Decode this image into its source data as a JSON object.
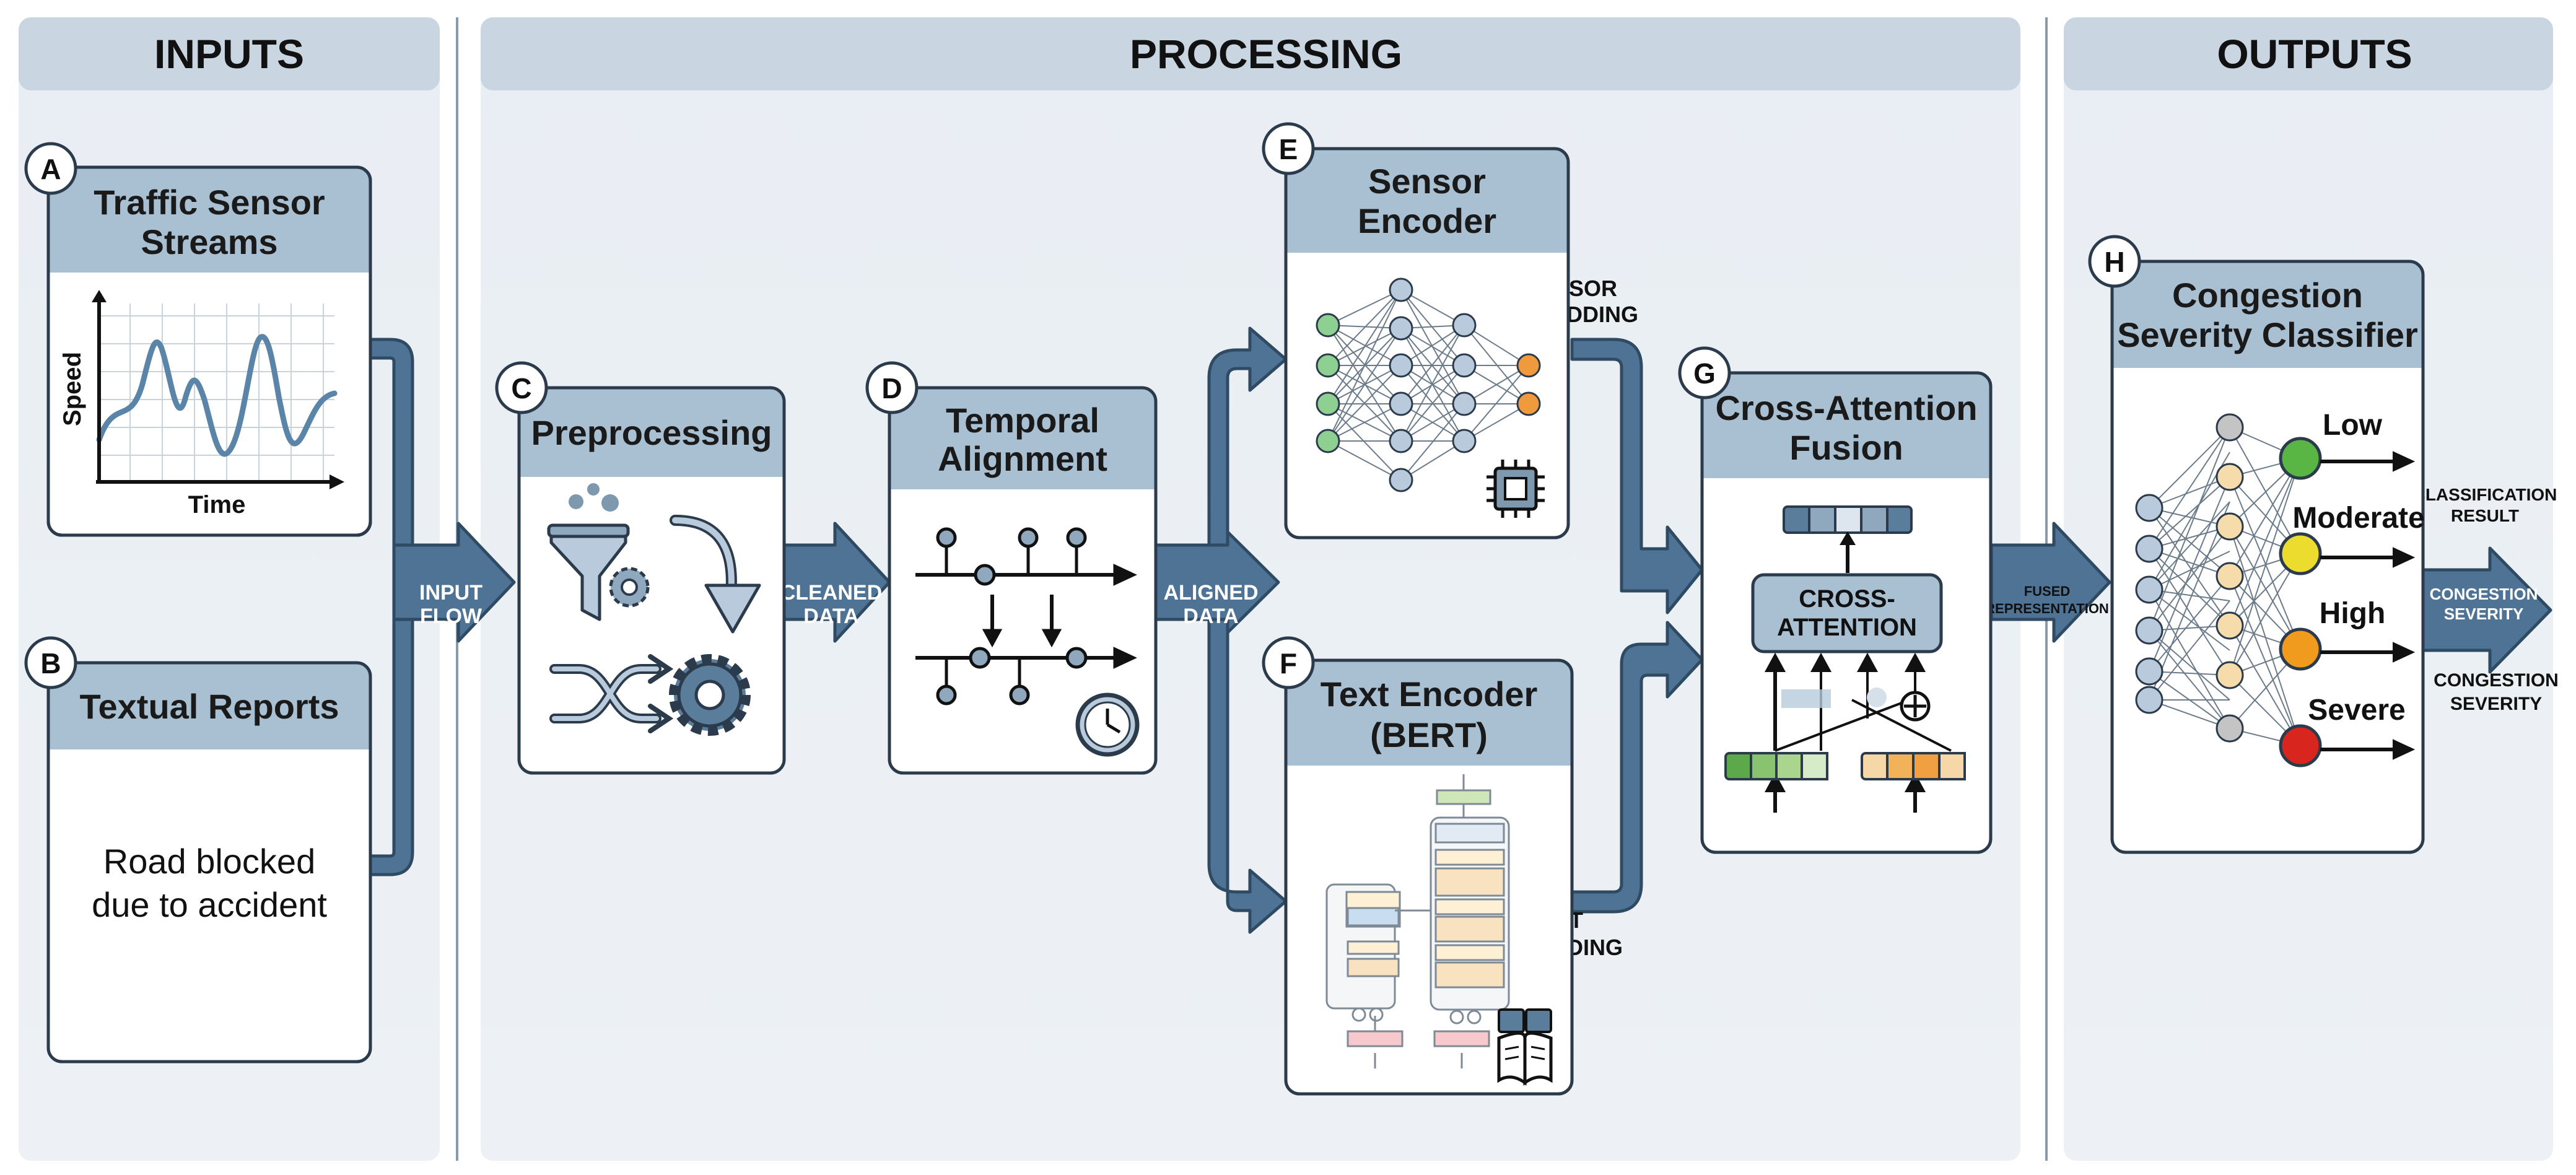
{
  "sections": {
    "inputs": "INPUTS",
    "processing": "PROCESSING",
    "outputs": "OUTPUTS"
  },
  "blocks": {
    "a": {
      "letter": "A",
      "title_line1": "Traffic Sensor",
      "title_line2": "Streams",
      "y_axis": "Speed",
      "x_axis": "Time"
    },
    "b": {
      "letter": "B",
      "title": "Textual Reports",
      "body_line1": "Road blocked",
      "body_line2": "due to accident"
    },
    "c": {
      "letter": "C",
      "title": "Preprocessing"
    },
    "d": {
      "letter": "D",
      "title_line1": "Temporal",
      "title_line2": "Alignment"
    },
    "e": {
      "letter": "E",
      "title_line1": "Sensor",
      "title_line2": "Encoder"
    },
    "f": {
      "letter": "F",
      "title_line1": "Text Encoder",
      "title_line2": "(BERT)"
    },
    "g": {
      "letter": "G",
      "title_line1": "Cross-Attention",
      "title_line2": "Fusion",
      "inner_line1": "CROSS-",
      "inner_line2": "ATTENTION"
    },
    "h": {
      "letter": "H",
      "title_line1": "Congestion",
      "title_line2": "Severity Classifier",
      "classes": [
        "Low",
        "Moderate",
        "High",
        "Severe"
      ]
    }
  },
  "flows": {
    "input_flow": [
      "INPUT",
      "FLOW"
    ],
    "cleaned_data": [
      "CLEANED",
      "DATA"
    ],
    "aligned_data": [
      "ALIGNED",
      "DATA"
    ],
    "sensor_embedding": [
      "SENSOR",
      "EMBEDDING"
    ],
    "text_embedding": [
      "TEXT",
      "EMBEDDING"
    ],
    "fused_representation": [
      "FUSED",
      "REPRESENTATION"
    ],
    "classification_result": [
      "CLASSIFICATION",
      "RESULT"
    ],
    "congestion_severity_arrow": [
      "CONGESTION",
      "SEVERITY"
    ],
    "congestion_severity_note": [
      "CONGESTION",
      "SEVERITY"
    ]
  },
  "colors": {
    "panel": "#e6ecf2",
    "header": "#c9d6e2",
    "box_header": "#a9bfd2",
    "arrow": "#4f7395",
    "node": "#b8cadb",
    "class_low": "#59b544",
    "class_moderate": "#ecdc2e",
    "class_high": "#f09a1e",
    "class_severe": "#d8251e"
  }
}
